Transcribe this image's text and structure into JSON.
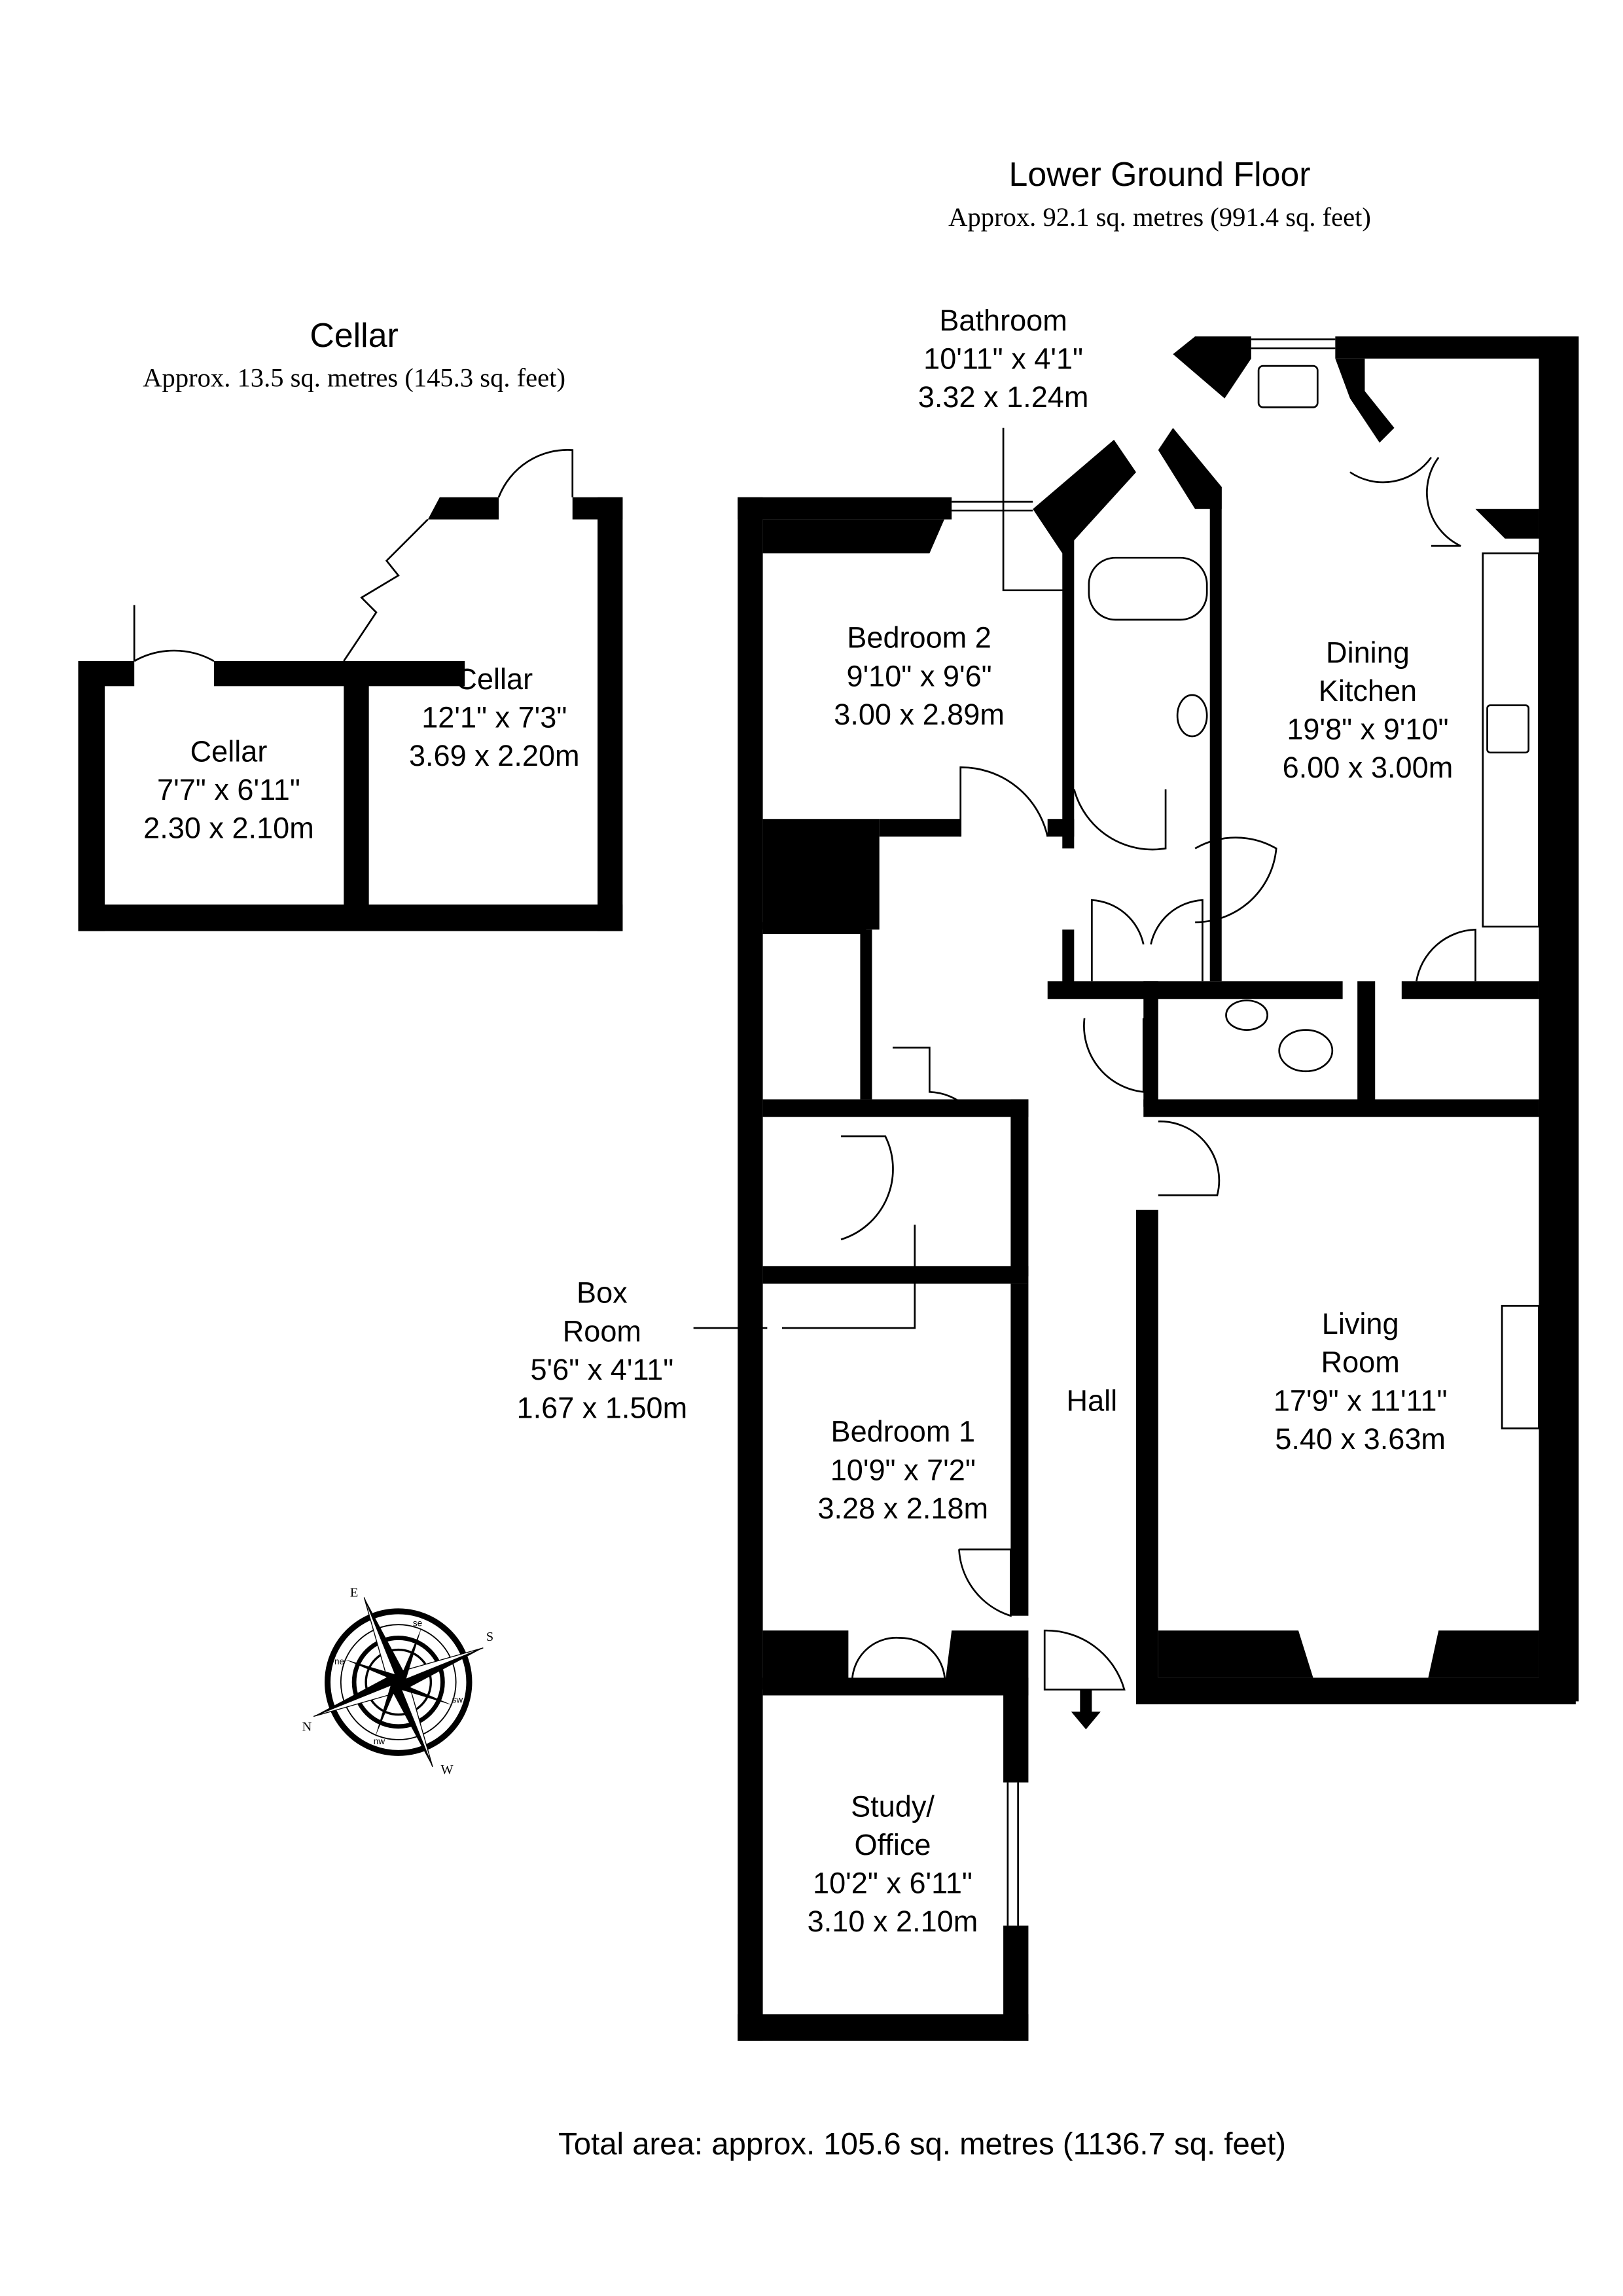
{
  "lower_ground": {
    "title": "Lower Ground Floor",
    "area": "Approx. 92.1 sq. metres (991.4 sq. feet)"
  },
  "cellar": {
    "title": "Cellar",
    "area": "Approx. 13.5 sq. metres (145.3 sq. feet)"
  },
  "total": "Total area: approx. 105.6 sq. metres (1136.7 sq. feet)",
  "rooms": [
    {
      "lines": [
        "Bathroom",
        "10'11\" x 4'1\"",
        "3.32 x 1.24m"
      ]
    },
    {
      "lines": [
        "Bedroom 2",
        "9'10\" x 9'6\"",
        "3.00 x 2.89m"
      ]
    },
    {
      "lines": [
        "Dining",
        "Kitchen",
        "19'8\" x 9'10\"",
        "6.00 x 3.00m"
      ]
    },
    {
      "lines": [
        "Cellar",
        "7'7\" x 6'11\"",
        "2.30 x 2.10m"
      ]
    },
    {
      "lines": [
        "Cellar",
        "12'1\" x 7'3\"",
        "3.69 x 2.20m"
      ]
    },
    {
      "lines": [
        "Box",
        "Room",
        "5'6\" x 4'11\"",
        "1.67 x 1.50m"
      ]
    },
    {
      "lines": [
        "Bedroom 1",
        "10'9\" x 7'2\"",
        "3.28 x 2.18m"
      ]
    },
    {
      "lines": [
        "Hall"
      ]
    },
    {
      "lines": [
        "Living",
        "Room",
        "17'9\" x 11'11\"",
        "5.40 x 3.63m"
      ]
    },
    {
      "lines": [
        "Study/",
        "Office",
        "10'2\" x 6'11\"",
        "3.10 x 2.10m"
      ]
    }
  ],
  "compass": {
    "labels": [
      "E",
      "se",
      "S",
      "sw",
      "W",
      "nw",
      "N",
      "ne"
    ]
  }
}
